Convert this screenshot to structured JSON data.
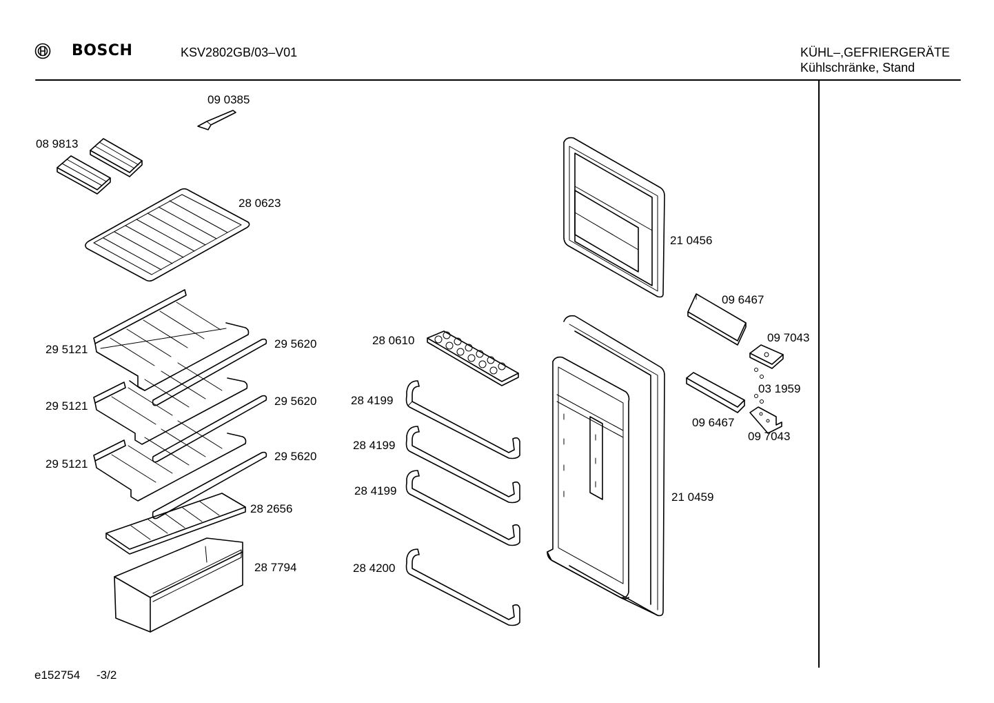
{
  "header": {
    "brand": "BOSCH",
    "model": "KSV2802GB/03–V01",
    "category": "KÜHL–,GEFRIERGERÄTE",
    "subcategory": "Kühlschränke, Stand"
  },
  "footer": {
    "doc_id": "e152754",
    "page": "-3/2"
  },
  "parts": {
    "p090385": "09 0385",
    "p089813": "08 9813",
    "p280623": "28 0623",
    "p295121_a": "29 5121",
    "p295121_b": "29 5121",
    "p295121_c": "29 5121",
    "p295620_a": "29 5620",
    "p295620_b": "29 5620",
    "p295620_c": "29 5620",
    "p282656": "28 2656",
    "p287794": "28 7794",
    "p280610": "28 0610",
    "p284199_a": "28 4199",
    "p284199_b": "28 4199",
    "p284199_c": "28 4199",
    "p284200": "28 4200",
    "p210456": "21 0456",
    "p210459": "21 0459",
    "p096467_a": "09 6467",
    "p096467_b": "09 6467",
    "p097043_a": "09 7043",
    "p097043_b": "09 7043",
    "p031959": "03 1959"
  }
}
